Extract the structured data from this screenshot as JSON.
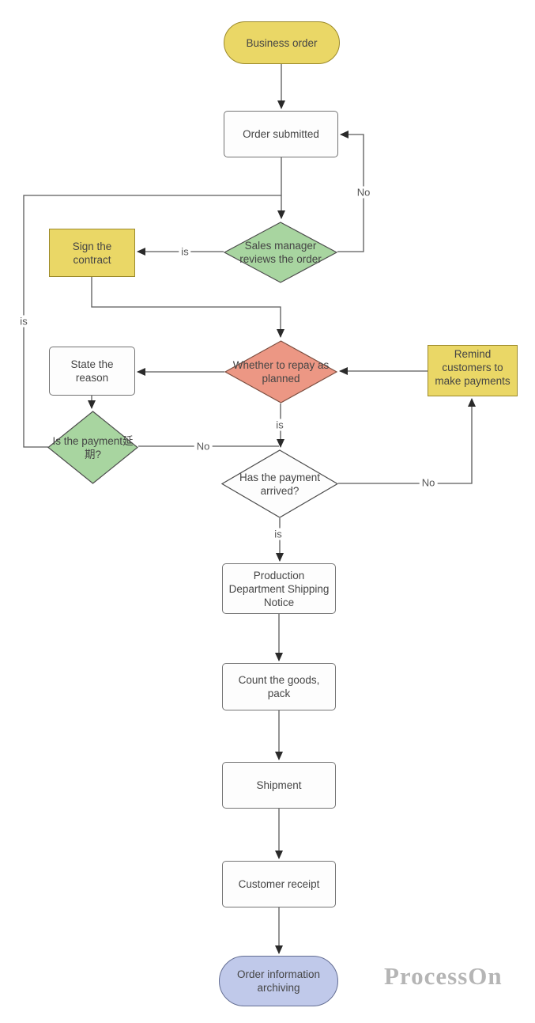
{
  "nodes": {
    "business_order": {
      "label": "Business order",
      "shape": "terminator",
      "fill": "#ead766"
    },
    "order_submitted": {
      "label": "Order submitted",
      "shape": "process",
      "fill": "#ffffff"
    },
    "sales_review": {
      "label": "Sales manager reviews the order",
      "shape": "decision",
      "fill": "#a8d5a0"
    },
    "sign_contract": {
      "label": "Sign the contract",
      "shape": "process",
      "fill": "#ead766"
    },
    "repay_planned": {
      "label": "Whether to repay as planned",
      "shape": "decision",
      "fill": "#ec9784"
    },
    "state_reason": {
      "label": "State the reason",
      "shape": "process",
      "fill": "#ffffff"
    },
    "remind_customers": {
      "label": "Remind customers to make payments",
      "shape": "process",
      "fill": "#ead766"
    },
    "payment_delayed": {
      "label": "Is the payment延期?",
      "shape": "decision",
      "fill": "#a8d5a0"
    },
    "payment_arrived": {
      "label": "Has the payment arrived?",
      "shape": "decision",
      "fill": "#ffffff"
    },
    "production_notice": {
      "label": "Production Department Shipping Notice",
      "shape": "process",
      "fill": "#ffffff"
    },
    "count_pack": {
      "label": "Count the goods, pack",
      "shape": "process",
      "fill": "#ffffff"
    },
    "shipment": {
      "label": "Shipment",
      "shape": "process",
      "fill": "#ffffff"
    },
    "customer_receipt": {
      "label": "Customer receipt",
      "shape": "process",
      "fill": "#ffffff"
    },
    "order_archiving": {
      "label": "Order information archiving",
      "shape": "terminator",
      "fill": "#c0c9ea"
    }
  },
  "edge_labels": {
    "review_no": "No",
    "review_is": "is",
    "delay_is": "is",
    "repay_is": "is",
    "delay_no": "No",
    "arrived_no": "No",
    "arrived_is": "is"
  },
  "watermark": {
    "text": "ProcessOn",
    "color": "#b5b5b5"
  },
  "colors": {
    "yellow_fill": "#ead766",
    "yellow_border": "#9c8a2b",
    "green_fill": "#a8d5a0",
    "red_fill": "#ec9784",
    "blue_fill": "#c0c9ea",
    "line": "#5a5a5a",
    "arrow": "#2a2a2a",
    "text": "#454545"
  }
}
